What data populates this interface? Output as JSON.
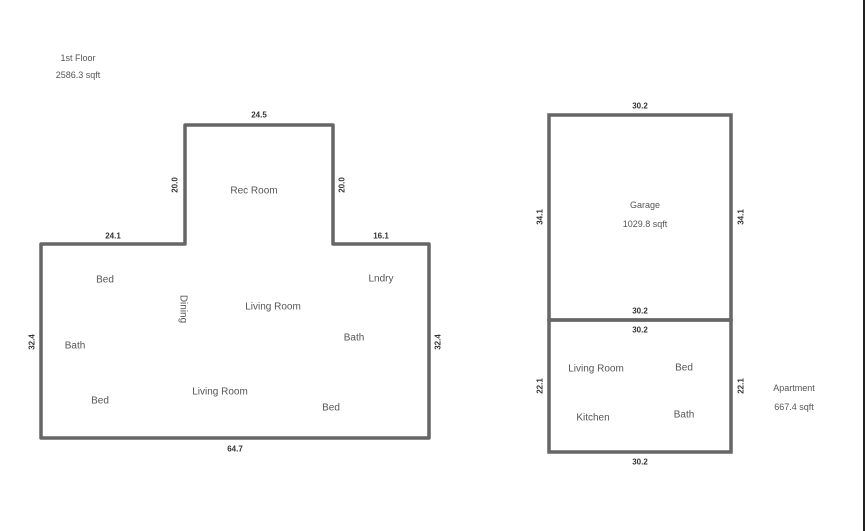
{
  "first_floor": {
    "title": "1st Floor",
    "area": "2586.3 sqft",
    "dimensions": {
      "rec_top": "24.5",
      "rec_left": "20.0",
      "rec_right": "20.0",
      "top_left": "24.1",
      "top_right": "16.1",
      "left": "32.4",
      "right": "32.4",
      "bottom": "64.7"
    },
    "rooms": {
      "rec_room": "Rec Room",
      "bed_1": "Bed",
      "dining": "Dining",
      "living_room_1": "Living Room",
      "laundry": "Lndry",
      "bath_1": "Bath",
      "bath_2": "Bath",
      "bed_2": "Bed",
      "living_room_2": "Living Room",
      "bed_3": "Bed"
    }
  },
  "garage": {
    "title": "Garage",
    "area": "1029.8 sqft",
    "dimensions": {
      "top": "30.2",
      "left": "34.1",
      "right": "34.1",
      "bottom": "30.2"
    }
  },
  "apartment": {
    "title": "Apartment",
    "area": "667.4 sqft",
    "dimensions": {
      "top": "30.2",
      "left": "22.1",
      "right": "22.1",
      "bottom": "30.2"
    },
    "rooms": {
      "living_room": "Living Room",
      "bed": "Bed",
      "kitchen": "Kitchen",
      "bath": "Bath"
    }
  },
  "colors": {
    "wall": "#666666",
    "edge": "#222222"
  }
}
